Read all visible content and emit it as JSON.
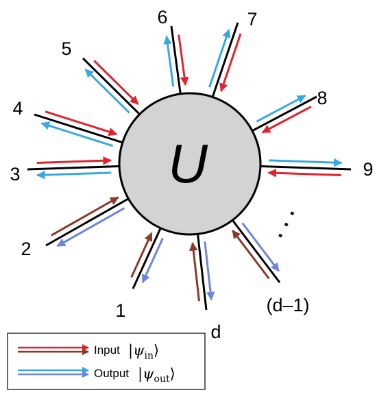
{
  "diagram": {
    "center": {
      "label": "U",
      "fill": "#d3d3d3",
      "stroke": "#000000"
    },
    "colors": {
      "port_line": "#000000",
      "input_red": "#e0242f",
      "output_blue": "#3aa8e0",
      "input_brown": "#8b3a2a",
      "output_periwinkle": "#6b84dc"
    },
    "ports": [
      {
        "label": "1",
        "input_style": "brown",
        "output_style": "periwinkle"
      },
      {
        "label": "2",
        "input_style": "brown",
        "output_style": "periwinkle"
      },
      {
        "label": "3",
        "input_style": "red",
        "output_style": "blue"
      },
      {
        "label": "4",
        "input_style": "red",
        "output_style": "blue"
      },
      {
        "label": "5",
        "input_style": "red",
        "output_style": "blue"
      },
      {
        "label": "6",
        "input_style": "red",
        "output_style": "blue"
      },
      {
        "label": "7",
        "input_style": "red",
        "output_style": "blue"
      },
      {
        "label": "8",
        "input_style": "red",
        "output_style": "blue"
      },
      {
        "label": "9",
        "input_style": "red",
        "output_style": "blue"
      },
      {
        "label": "(d–1)",
        "input_style": "brown",
        "output_style": "periwinkle"
      },
      {
        "label": "d",
        "input_style": "brown",
        "output_style": "periwinkle"
      }
    ],
    "ellipsis": "· · ·"
  },
  "legend": {
    "input_label": "Input",
    "output_label": "Output",
    "input_math": "ψ",
    "input_sub": "in",
    "output_math": "ψ",
    "output_sub": "out"
  }
}
